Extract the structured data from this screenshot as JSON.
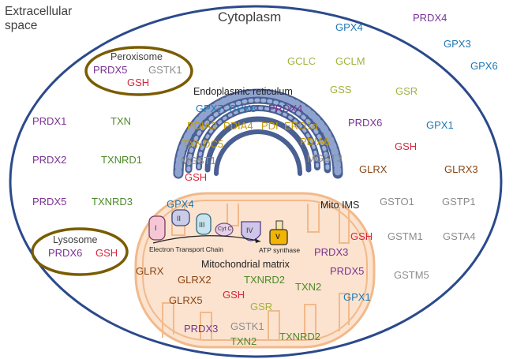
{
  "regions": {
    "extracellular": "Extracellular\nspace",
    "cytoplasm": "Cytoplasm",
    "peroxisome": "Peroxisome",
    "lysosome": "Lysosome",
    "er": "Endoplasmic reticulum",
    "mito_ims": "Mito IMS",
    "mito_matrix": "Mitochondrial matrix"
  },
  "etc": {
    "complexes": [
      "I",
      "II",
      "III",
      "IV",
      "V"
    ],
    "cytc": "Cyt C",
    "chain_label": "Electron Transport Chain",
    "atp_label": "ATP synthase"
  },
  "colors": {
    "purple": "#7b3294",
    "blue": "#1f78b4",
    "olive": "#a3b13e",
    "green": "#4e8a2a",
    "red": "#d7263d",
    "gray": "#8c8c8c",
    "brown": "#8b4513",
    "gold": "#c79a00",
    "cell_border": "#2b4a8b",
    "organelle_border": "#7a5c00",
    "mito_fill": "#fbe3cf",
    "mito_border": "#f2b98a",
    "er_fill": "#6f86b8"
  },
  "proteins": {
    "extracellular": [
      {
        "id": "prdx4",
        "text": "PRDX4",
        "color": "purple"
      },
      {
        "id": "gpx3",
        "text": "GPX3",
        "color": "blue"
      },
      {
        "id": "gpx6",
        "text": "GPX6",
        "color": "blue"
      }
    ],
    "peroxisome": [
      {
        "id": "prdx5",
        "text": "PRDX5",
        "color": "purple"
      },
      {
        "id": "gstk1",
        "text": "GSTK1",
        "color": "gray"
      },
      {
        "id": "gsh",
        "text": "GSH",
        "color": "red"
      }
    ],
    "lysosome": [
      {
        "id": "prdx6",
        "text": "PRDX6",
        "color": "purple"
      },
      {
        "id": "gsh",
        "text": "GSH",
        "color": "red"
      }
    ],
    "cytoplasm": [
      {
        "id": "gpx4",
        "text": "GPX4",
        "color": "blue"
      },
      {
        "id": "gclc",
        "text": "GCLC",
        "color": "olive"
      },
      {
        "id": "gclm",
        "text": "GCLM",
        "color": "olive"
      },
      {
        "id": "gss",
        "text": "GSS",
        "color": "olive"
      },
      {
        "id": "gsr",
        "text": "GSR",
        "color": "olive"
      },
      {
        "id": "prdx1",
        "text": "PRDX1",
        "color": "purple"
      },
      {
        "id": "txn",
        "text": "TXN",
        "color": "green"
      },
      {
        "id": "prdx6",
        "text": "PRDX6",
        "color": "purple"
      },
      {
        "id": "gpx1",
        "text": "GPX1",
        "color": "blue"
      },
      {
        "id": "gsh",
        "text": "GSH",
        "color": "red"
      },
      {
        "id": "prdx2",
        "text": "PRDX2",
        "color": "purple"
      },
      {
        "id": "txnrd1",
        "text": "TXNRD1",
        "color": "green"
      },
      {
        "id": "glrx",
        "text": "GLRX",
        "color": "brown"
      },
      {
        "id": "glrx3",
        "text": "GLRX3",
        "color": "brown"
      },
      {
        "id": "prdx5",
        "text": "PRDX5",
        "color": "purple"
      },
      {
        "id": "txnrd3",
        "text": "TXNRD3",
        "color": "green"
      },
      {
        "id": "gsto1",
        "text": "GSTO1",
        "color": "gray"
      },
      {
        "id": "gstp1",
        "text": "GSTP1",
        "color": "gray"
      },
      {
        "id": "gstm1",
        "text": "GSTM1",
        "color": "gray"
      },
      {
        "id": "gsta4",
        "text": "GSTA4",
        "color": "gray"
      },
      {
        "id": "gstm5",
        "text": "GSTM5",
        "color": "gray"
      },
      {
        "id": "mgst3",
        "text": "MGST3",
        "color": "gray"
      }
    ],
    "er": [
      {
        "id": "gpx7",
        "text": "GPX7",
        "color": "blue"
      },
      {
        "id": "gpx8",
        "text": "GPX8",
        "color": "blue"
      },
      {
        "id": "prdx4",
        "text": "PRDX4",
        "color": "purple"
      },
      {
        "id": "pdia3",
        "text": "PDIA3",
        "color": "gold"
      },
      {
        "id": "pdia4",
        "text": "PDIA4",
        "color": "gold"
      },
      {
        "id": "pdi",
        "text": "PDI",
        "color": "gold"
      },
      {
        "id": "ero1a",
        "text": "ERO1α",
        "color": "gold"
      },
      {
        "id": "txndc5",
        "text": "TXNDC5",
        "color": "gold"
      },
      {
        "id": "pdia6",
        "text": "PDIA6",
        "color": "gold"
      },
      {
        "id": "mgst1",
        "text": "MGST1",
        "color": "gray"
      },
      {
        "id": "gsh",
        "text": "GSH",
        "color": "red"
      }
    ],
    "mito_ims": [
      {
        "id": "gpx4",
        "text": "GPX4",
        "color": "blue"
      },
      {
        "id": "gsh",
        "text": "GSH",
        "color": "red"
      },
      {
        "id": "prdx3",
        "text": "PRDX3",
        "color": "purple"
      },
      {
        "id": "prdx5",
        "text": "PRDX5",
        "color": "purple"
      },
      {
        "id": "gpx1",
        "text": "GPX1",
        "color": "blue"
      }
    ],
    "mito_matrix": [
      {
        "id": "glrx",
        "text": "GLRX",
        "color": "brown"
      },
      {
        "id": "glrx2",
        "text": "GLRX2",
        "color": "brown"
      },
      {
        "id": "txnrd2",
        "text": "TXNRD2",
        "color": "green"
      },
      {
        "id": "txn2",
        "text": "TXN2",
        "color": "green"
      },
      {
        "id": "glrx5",
        "text": "GLRX5",
        "color": "brown"
      },
      {
        "id": "gsh",
        "text": "GSH",
        "color": "red"
      },
      {
        "id": "gsr",
        "text": "GSR",
        "color": "olive"
      },
      {
        "id": "prdx3",
        "text": "PRDX3",
        "color": "purple"
      },
      {
        "id": "gstk1",
        "text": "GSTK1",
        "color": "gray"
      },
      {
        "id": "txn2b",
        "text": "TXN2",
        "color": "green"
      },
      {
        "id": "txnrd2b",
        "text": "TXNRD2",
        "color": "green"
      }
    ]
  }
}
